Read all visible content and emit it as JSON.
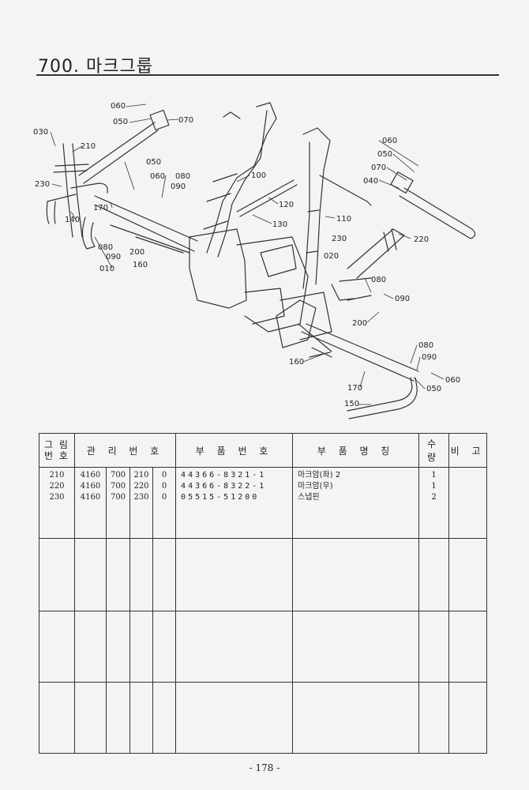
{
  "page": {
    "title": "700. 마크그룹",
    "page_number": "- 178 -"
  },
  "diagram": {
    "callouts": [
      "060",
      "050",
      "070",
      "030",
      "210",
      "230",
      "140",
      "170",
      "010",
      "090",
      "080",
      "200",
      "160",
      "050",
      "060",
      "080",
      "090",
      "100",
      "120",
      "130",
      "110",
      "060",
      "050",
      "070",
      "040",
      "230",
      "220",
      "020",
      "080",
      "090",
      "200",
      "160",
      "170",
      "080",
      "090",
      "050",
      "060",
      "150"
    ]
  },
  "table": {
    "headers": {
      "fig_no": "그 림 번 호",
      "mgmt_no": "관 리 번 호",
      "part_no": "부 품 번 호",
      "part_name": "부 품 명 칭",
      "qty": "수 량",
      "remark": "비 고"
    },
    "rows": [
      {
        "fig": "210",
        "m1": "4160",
        "m2": "700",
        "m3": "210",
        "m4": "0",
        "part_no": "44366-8321-1",
        "name": "마크암(좌) 2",
        "qty": "1"
      },
      {
        "fig": "220",
        "m1": "4160",
        "m2": "700",
        "m3": "220",
        "m4": "0",
        "part_no": "44366-8322-1",
        "name": "마크암(우)",
        "qty": "1"
      },
      {
        "fig": "230",
        "m1": "4160",
        "m2": "700",
        "m3": "230",
        "m4": "0",
        "part_no": "05515-51200",
        "name": "스냅핀",
        "qty": "2"
      }
    ]
  }
}
